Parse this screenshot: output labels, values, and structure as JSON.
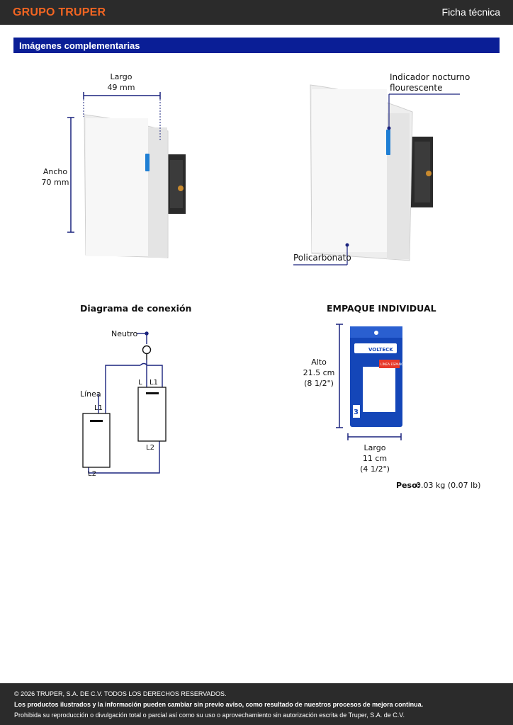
{
  "header": {
    "brand": "GRUPO TRUPER",
    "doc_type": "Ficha técnica"
  },
  "section": {
    "title": "Imágenes complementarias"
  },
  "dimensions_view": {
    "largo_label": "Largo",
    "largo_value": "49 mm",
    "ancho_label": "Ancho",
    "ancho_value": "70 mm"
  },
  "features_view": {
    "indicator_line1": "Indicador nocturno",
    "indicator_line2": "flourescente",
    "material": "Policarbonato"
  },
  "diagram": {
    "title": "Diagrama de conexión",
    "neutro": "Neutro",
    "linea": "Línea",
    "l_left": "L1",
    "l_right": "L",
    "l1_right": "L1",
    "l2_right": "L2",
    "l2_left": "L2"
  },
  "package": {
    "title": "EMPAQUE INDIVIDUAL",
    "alto_label": "Alto",
    "alto_cm": "21.5 cm",
    "alto_in": "(8 1/2\")",
    "largo_label": "Largo",
    "largo_cm": "11 cm",
    "largo_in": "(4 1/2\")",
    "brand": "VOLTECK",
    "badge": "LÍNEA ESPAÑOLA",
    "count": "3",
    "weight_label": "Peso:",
    "weight_value": "0.03 kg (0.07 lb)"
  },
  "footer": {
    "copyright": "© 2026 TRUPER, S.A. DE C.V. TODOS LOS DERECHOS RESERVADOS.",
    "notice": "Los productos ilustrados y la información pueden cambiar sin previo aviso, como resultado de nuestros procesos de mejora continua.",
    "prohibition": "Prohibida su reproducción o divulgación total o parcial así como su uso o aprovechamiento sin autorización escrita de Truper, S.A. de C.V."
  },
  "colors": {
    "accent": "#f26522",
    "section_bar": "#0a1e96",
    "line": "#1a237e",
    "indicator": "#1f7fd4",
    "package_blue": "#1446b8"
  }
}
